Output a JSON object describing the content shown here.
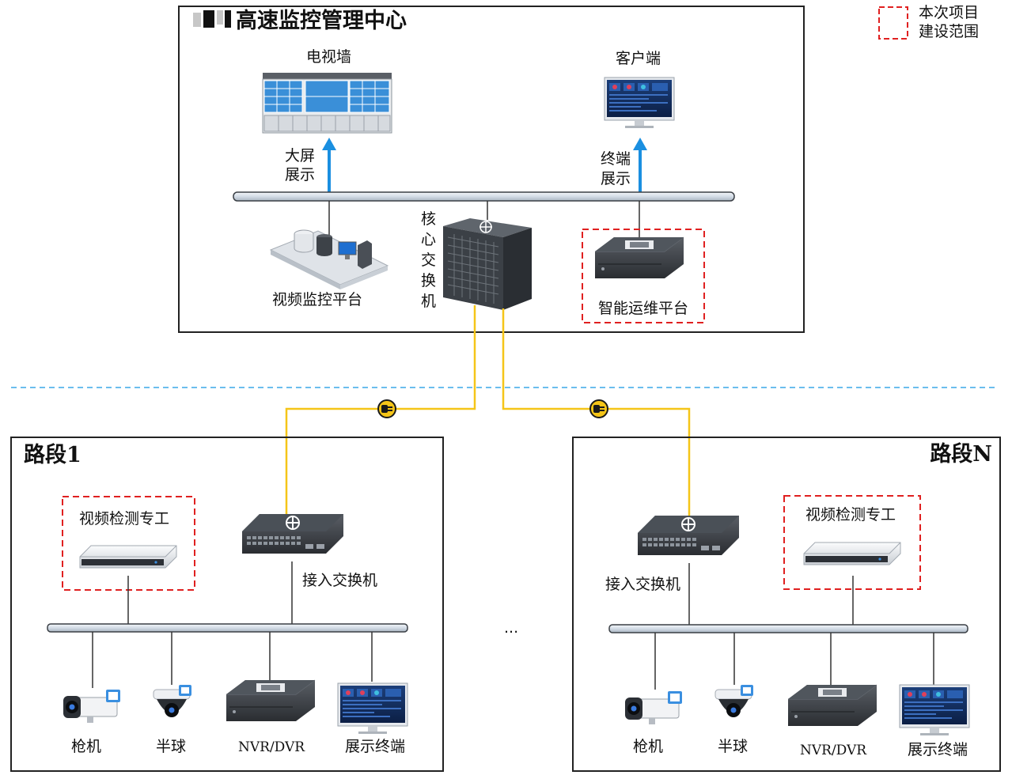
{
  "legend": {
    "line1": "本次项目",
    "line2": "建设范围",
    "color": "#e02020"
  },
  "center": {
    "title": "高速监控管理中心",
    "video_wall": "电视墙",
    "client": "客户端",
    "big_screen_line1": "大屏",
    "big_screen_line2": "展示",
    "terminal_line1": "终端",
    "terminal_line2": "展示",
    "video_platform": "视频监控平台",
    "core_switch_chars": [
      "核",
      "心",
      "交",
      "换",
      "机"
    ],
    "ops_platform": "智能运维平台"
  },
  "segment1": {
    "title": "路段1",
    "detection": "视频检测专工",
    "access_switch": "接入交换机",
    "devices": [
      "枪机",
      "半球",
      "NVR/DVR",
      "展示终端"
    ]
  },
  "segmentN": {
    "title": "路段N",
    "detection": "视频检测专工",
    "access_switch": "接入交换机",
    "devices": [
      "枪机",
      "半球",
      "NVR/DVR",
      "展示终端"
    ]
  },
  "ellipsis": "...",
  "colors": {
    "fiber": "#f5c518",
    "arrow": "#1a8fe0",
    "divider": "#3aa7e8",
    "bus_fill": "#dfe6ee"
  }
}
